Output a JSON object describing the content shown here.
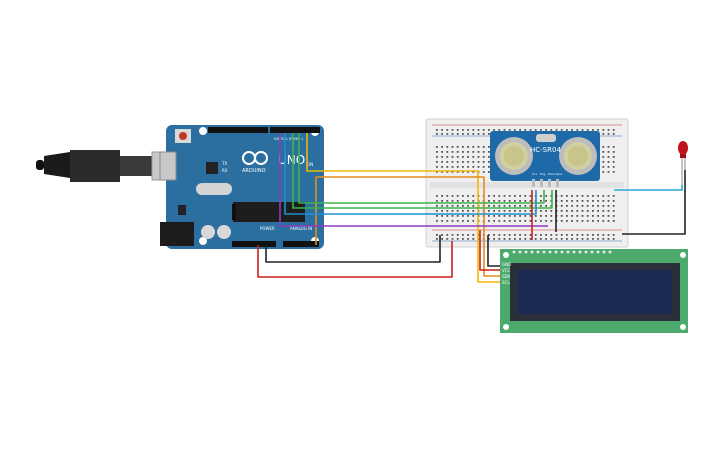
{
  "arduino": {
    "brand": "ARDUINO",
    "model": "UNO",
    "power_label": "POWER",
    "analog_label": "ANALOG IN",
    "digital_label": "DIGITAL (PWM~)",
    "tx_label": "TX",
    "rx_label": "RX",
    "on_label": "ON",
    "board_color": "#2a6f9f"
  },
  "sensor": {
    "label": "HC-SR04",
    "pins": [
      "Vcc",
      "Trig",
      "Echo",
      "Gnd"
    ]
  },
  "lcd": {
    "pins": [
      "GND",
      "VCC",
      "SDA",
      "SCL"
    ],
    "pcb_color": "#4caa6c",
    "screen_color": "#1b2a52"
  },
  "led": {
    "color": "#c0141c"
  },
  "wires": {
    "colors": {
      "yellow": "#f2b705",
      "orange": "#e78b1e",
      "green": "#3bb54a",
      "blue": "#1f8fcf",
      "purple": "#8e3cc0",
      "red": "#cc1f1f",
      "black": "#222222",
      "cyan": "#2aa8d8"
    }
  }
}
